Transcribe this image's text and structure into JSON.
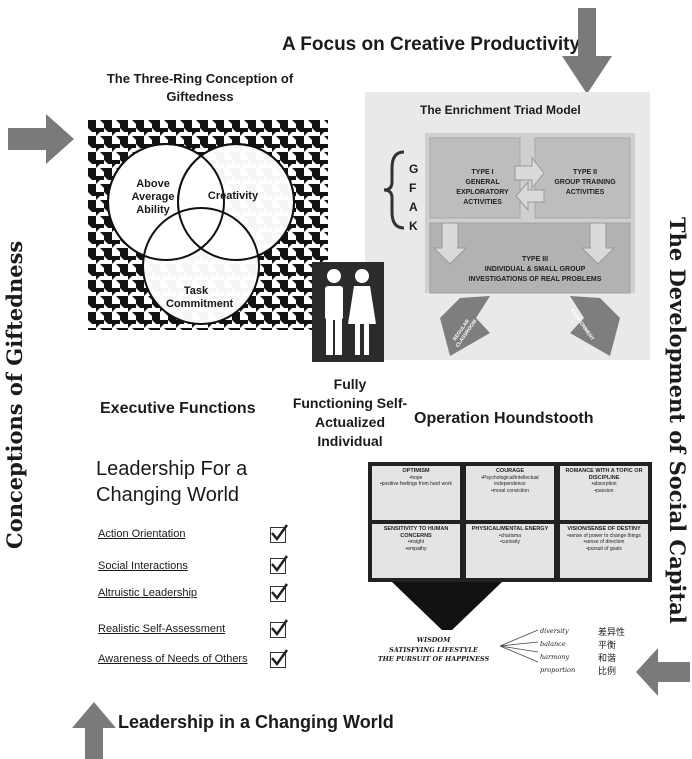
{
  "side_labels": {
    "left": "Conceptions of Giftedness",
    "right": "The Development of Social Capital"
  },
  "top_heading": "A Focus on Creative Productivity",
  "bottom_heading": "Leadership in a Changing World",
  "three_ring": {
    "title": "The Three-Ring Conception of Giftedness",
    "rings": [
      "Above Average Ability",
      "Creativity",
      "Task Commitment"
    ]
  },
  "triad": {
    "title": "The Enrichment Triad Model",
    "gfak": "G F A K",
    "type1": "TYPE I\nGENERAL\nEXPLORATORY ACTIVITIES",
    "type2": "TYPE II\nGROUP TRAINING\nACTIVITIES",
    "type3": "TYPE III\nINDIVIDUAL & SMALL GROUP\nINVESTIGATIONS OF REAL PROBLEMS",
    "arrow_left": "REGULAR CLASSROOM",
    "arrow_right": "ENVIRONMENT"
  },
  "center_figure": "Fully Functioning Self-Actualized Individual",
  "executive_functions": "Executive Functions",
  "operation_houndstooth": "Operation Houndstooth",
  "leadership": {
    "title": "Leadership For a Changing World",
    "items": [
      "Action Orientation",
      "Social Interactions",
      "Altruistic Leadership",
      "Realistic Self-Assessment",
      "Awareness of Needs of Others"
    ]
  },
  "houndstooth_grid": [
    {
      "title": "OPTIMISM",
      "body": "•hope\n•positive feelings from hard work"
    },
    {
      "title": "COURAGE",
      "body": "•Psychological/intellectual independence\n•moral conviction"
    },
    {
      "title": "ROMANCE WITH A TOPIC OR DISCIPLINE",
      "body": "•absorption\n•passion"
    },
    {
      "title": "SENSITIVITY TO HUMAN CONCERNS",
      "body": "•insight\n•empathy"
    },
    {
      "title": "PHYSICAL/MENTAL ENERGY",
      "body": "•charisma\n•curiosity"
    },
    {
      "title": "VISION/SENSE OF DESTINY",
      "body": "•sense of power to change things\n•sense of direction\n•pursuit of goals"
    }
  ],
  "wisdom_lines": [
    "WISDOM",
    "SATISFYING LIFESTYLE",
    "THE PURSUIT OF HAPPINESS"
  ],
  "branches": [
    {
      "en": "diversity",
      "cjk": "差异性"
    },
    {
      "en": "balance",
      "cjk": "平衡"
    },
    {
      "en": "harmony",
      "cjk": "和谐"
    },
    {
      "en": "proportion",
      "cjk": "比例"
    }
  ]
}
